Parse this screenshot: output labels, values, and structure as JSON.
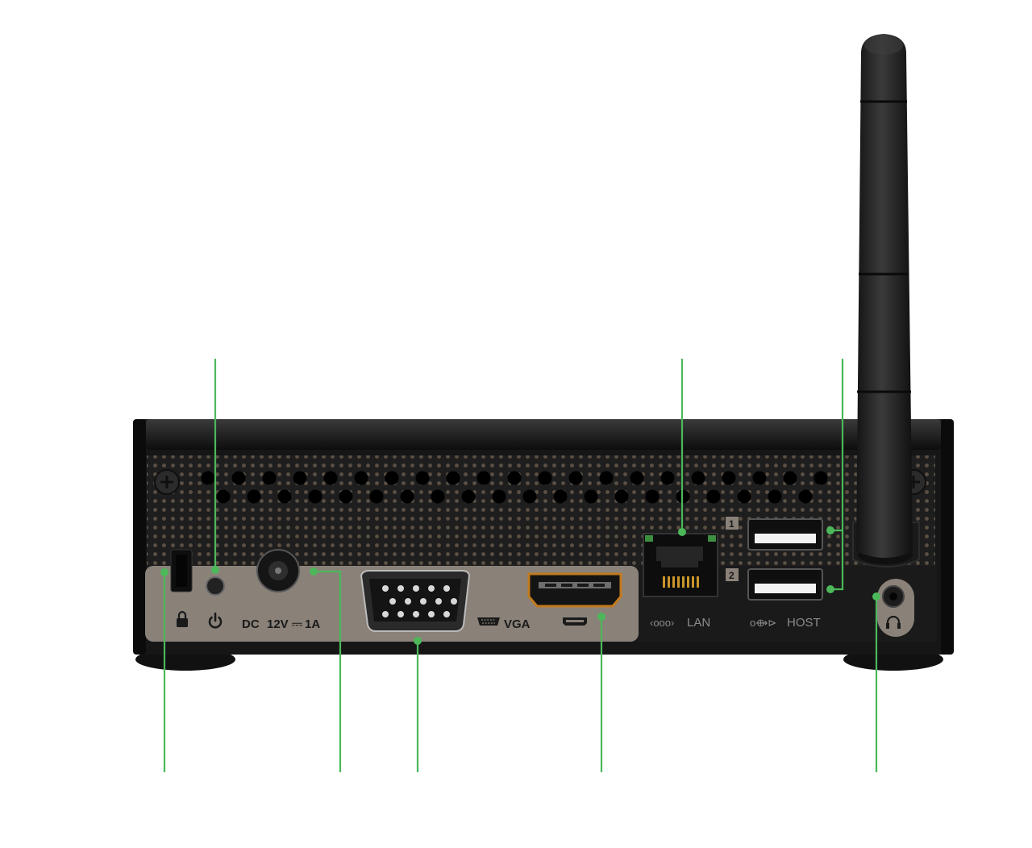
{
  "colors": {
    "background": "#ffffff",
    "chassis": "#1c1c1c",
    "panel": "#8a8279",
    "antenna": "#1f1f1f",
    "callout": "#4cb85a",
    "label_dark": "#1a1a1a",
    "label_light": "#8c8c8c",
    "port_white": "#f2f2f2"
  },
  "labels": {
    "dc": "DC",
    "voltage": "12V",
    "dc_symbol": "⎓",
    "current": "1A",
    "vga": "VGA",
    "lan": "LAN",
    "lan_symbol": "‹ooo›",
    "host": "HOST",
    "usb_symbol": "o⟴⊳",
    "usb_port_1": "1",
    "usb_port_2": "2"
  },
  "icons": {
    "lock": "lock-icon",
    "power": "power-icon",
    "vga": "vga-icon",
    "hdmi": "hdmi-icon",
    "usb": "usb-icon",
    "headphones": "headphones-icon"
  },
  "callouts": [
    "lock-slot",
    "power-button",
    "dc-jack",
    "vga-port",
    "hdmi-port",
    "lan-port",
    "usb-port-1",
    "usb-port-2",
    "audio-jack"
  ]
}
